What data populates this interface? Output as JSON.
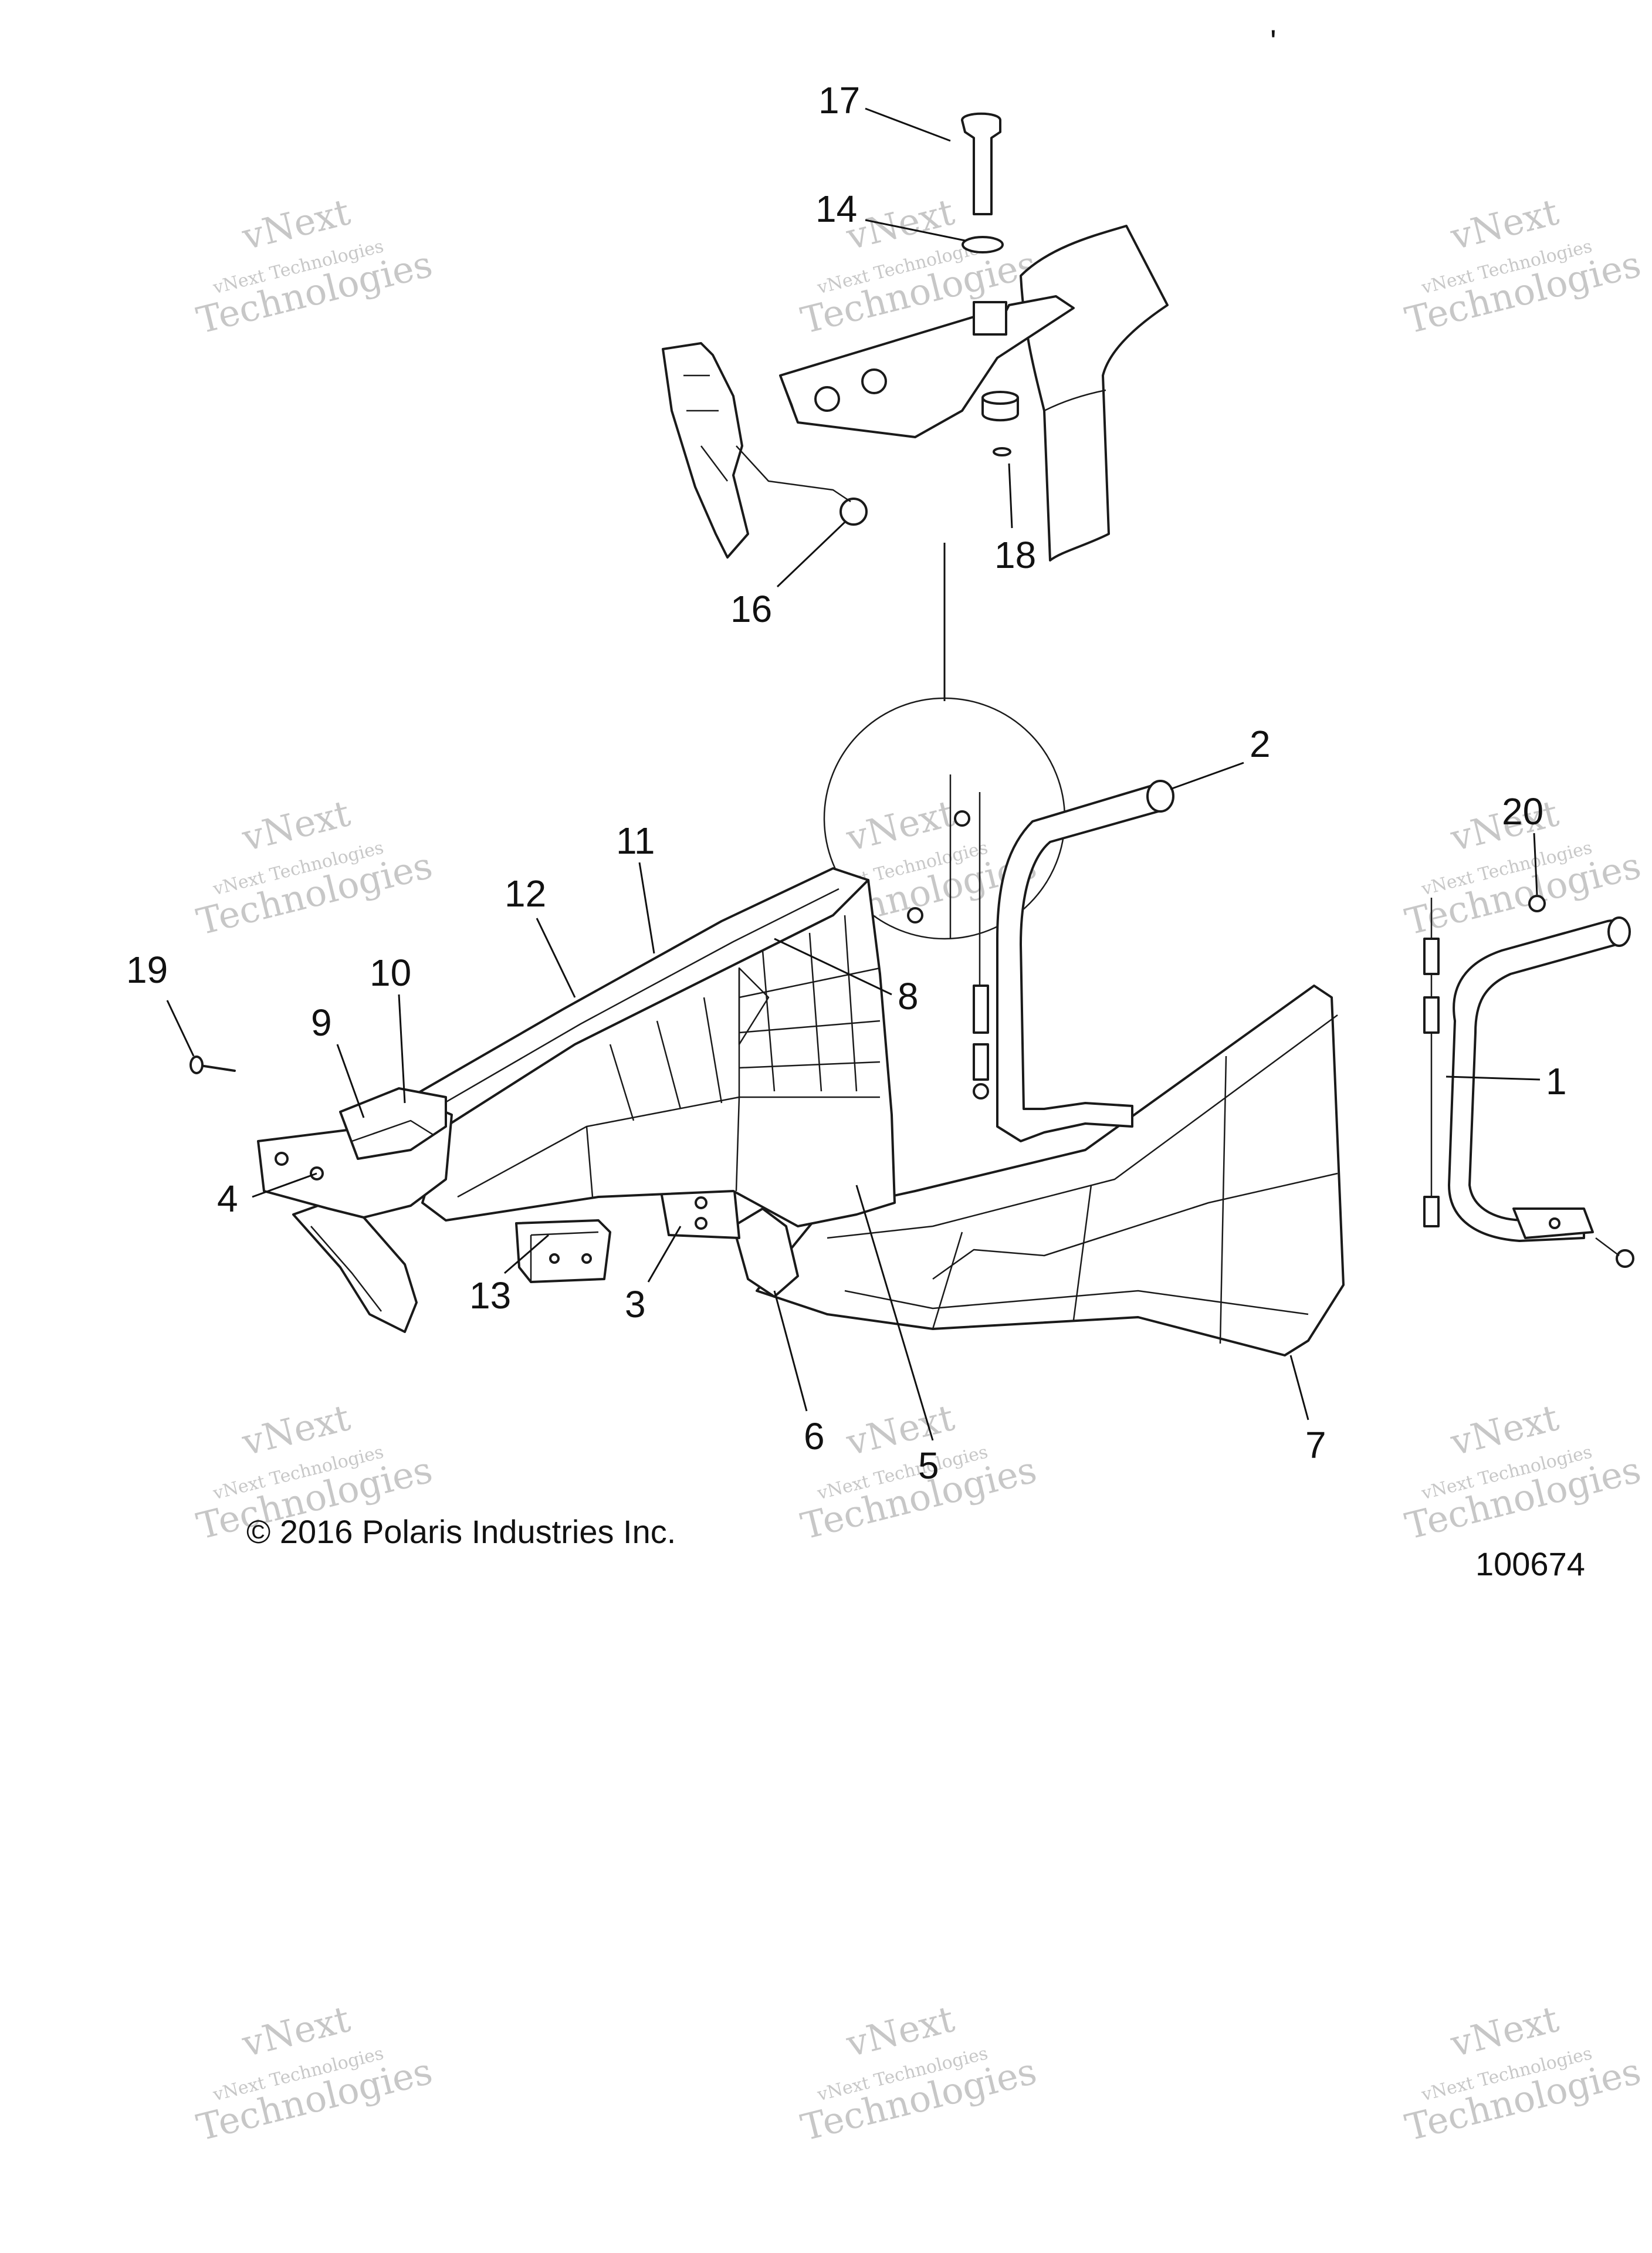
{
  "callouts": [
    "1",
    "2",
    "3",
    "4",
    "5",
    "6",
    "7",
    "8",
    "9",
    "10",
    "11",
    "12",
    "13",
    "14",
    "16",
    "17",
    "18",
    "19",
    "20"
  ],
  "watermark": {
    "line1": "vNext",
    "line2": "vNext Technologies",
    "line3": "Technologies"
  },
  "footer": {
    "copyright": "© 2016 Polaris Industries Inc.",
    "figure_number": "100674",
    "tick_mark": "'"
  }
}
